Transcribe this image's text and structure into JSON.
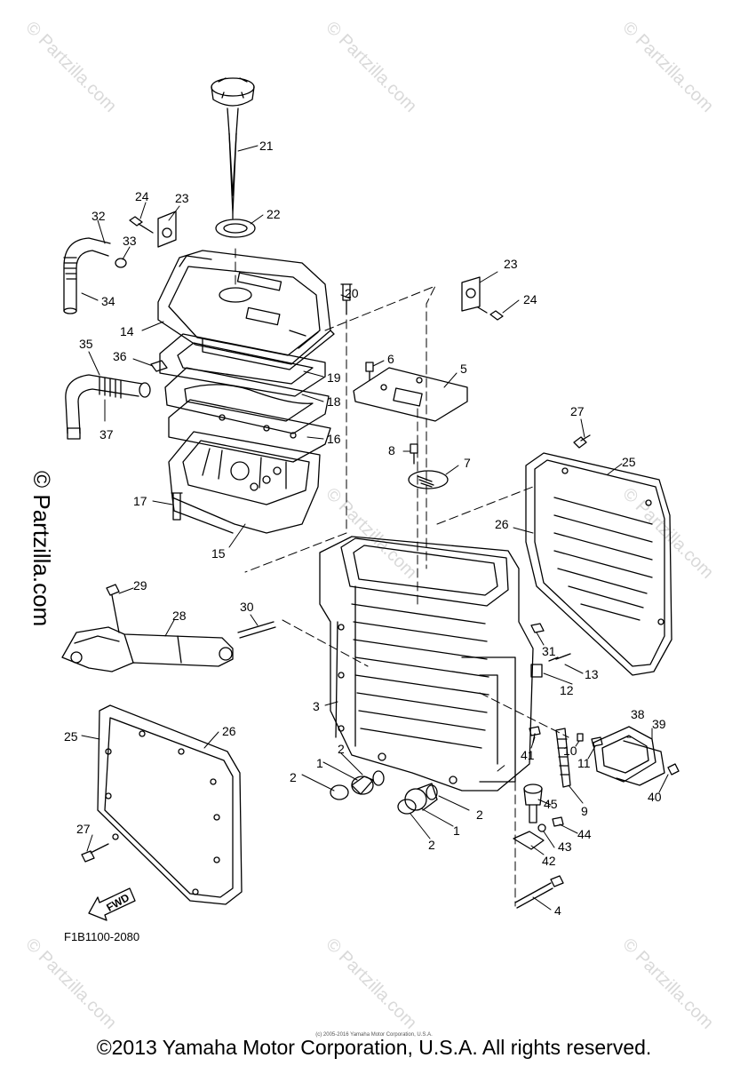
{
  "watermark": {
    "text": "© Partzilla.com",
    "side_text": "© Partzilla.com"
  },
  "diagram_code": "F1B1100-2080",
  "fwd_label": "FWD",
  "copyright": "©2013 Yamaha Motor Corporation, U.S.A. All rights reserved.",
  "small_copyright": "(c) 2005-2016 Yamaha Motor Corporation, U.S.A.",
  "callouts": [
    {
      "id": "c21",
      "label": "21"
    },
    {
      "id": "c22",
      "label": "22"
    },
    {
      "id": "c23a",
      "label": "23"
    },
    {
      "id": "c24a",
      "label": "24"
    },
    {
      "id": "c32",
      "label": "32"
    },
    {
      "id": "c33",
      "label": "33"
    },
    {
      "id": "c34",
      "label": "34"
    },
    {
      "id": "c20",
      "label": "20"
    },
    {
      "id": "c23b",
      "label": "23"
    },
    {
      "id": "c24b",
      "label": "24"
    },
    {
      "id": "c14",
      "label": "14"
    },
    {
      "id": "c35",
      "label": "35"
    },
    {
      "id": "c36",
      "label": "36"
    },
    {
      "id": "c19",
      "label": "19"
    },
    {
      "id": "c18",
      "label": "18"
    },
    {
      "id": "c16",
      "label": "16"
    },
    {
      "id": "c37",
      "label": "37"
    },
    {
      "id": "c6",
      "label": "6"
    },
    {
      "id": "c5",
      "label": "5"
    },
    {
      "id": "c8",
      "label": "8"
    },
    {
      "id": "c7",
      "label": "7"
    },
    {
      "id": "c27a",
      "label": "27"
    },
    {
      "id": "c25a",
      "label": "25"
    },
    {
      "id": "c26a",
      "label": "26"
    },
    {
      "id": "c17",
      "label": "17"
    },
    {
      "id": "c15",
      "label": "15"
    },
    {
      "id": "c29",
      "label": "29"
    },
    {
      "id": "c30",
      "label": "30"
    },
    {
      "id": "c28",
      "label": "28"
    },
    {
      "id": "c31",
      "label": "31"
    },
    {
      "id": "c13",
      "label": "13"
    },
    {
      "id": "c12",
      "label": "12"
    },
    {
      "id": "c3",
      "label": "3"
    },
    {
      "id": "c38",
      "label": "38"
    },
    {
      "id": "c39",
      "label": "39"
    },
    {
      "id": "c25b",
      "label": "25"
    },
    {
      "id": "c26b",
      "label": "26"
    },
    {
      "id": "c2a",
      "label": "2"
    },
    {
      "id": "c1a",
      "label": "1"
    },
    {
      "id": "c2b",
      "label": "2"
    },
    {
      "id": "c41",
      "label": "41"
    },
    {
      "id": "c10",
      "label": "10"
    },
    {
      "id": "c11",
      "label": "11"
    },
    {
      "id": "c40",
      "label": "40"
    },
    {
      "id": "c9",
      "label": "9"
    },
    {
      "id": "c45",
      "label": "45"
    },
    {
      "id": "c2c",
      "label": "2"
    },
    {
      "id": "c1b",
      "label": "1"
    },
    {
      "id": "c2d",
      "label": "2"
    },
    {
      "id": "c44",
      "label": "44"
    },
    {
      "id": "c43",
      "label": "43"
    },
    {
      "id": "c42",
      "label": "42"
    },
    {
      "id": "c27b",
      "label": "27"
    },
    {
      "id": "c4",
      "label": "4"
    }
  ]
}
